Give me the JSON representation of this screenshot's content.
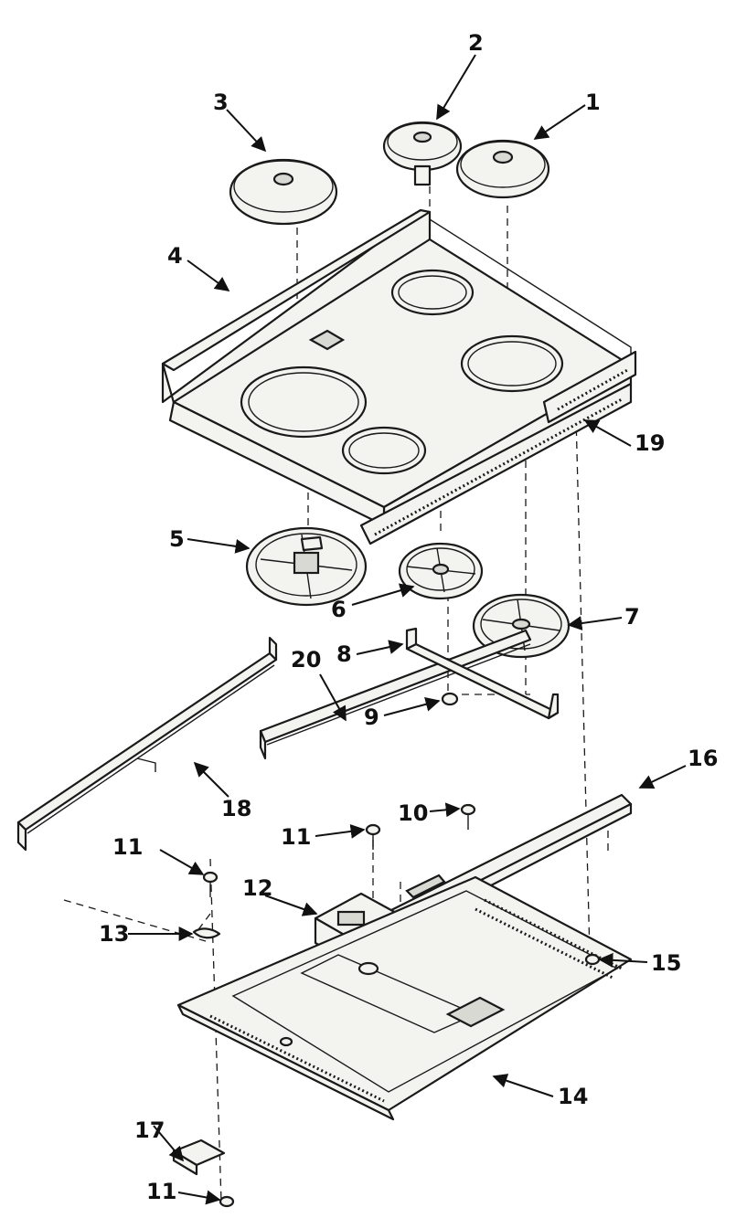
{
  "callouts": {
    "c1": "1",
    "c2": "2",
    "c3": "3",
    "c4": "4",
    "c5": "5",
    "c6": "6",
    "c7": "7",
    "c8": "8",
    "c9": "9",
    "c10": "10",
    "c11a": "11",
    "c11b": "11",
    "c11c": "11",
    "c12": "12",
    "c13": "13",
    "c14": "14",
    "c15": "15",
    "c16": "16",
    "c17": "17",
    "c18": "18",
    "c19": "19",
    "c20": "20"
  }
}
